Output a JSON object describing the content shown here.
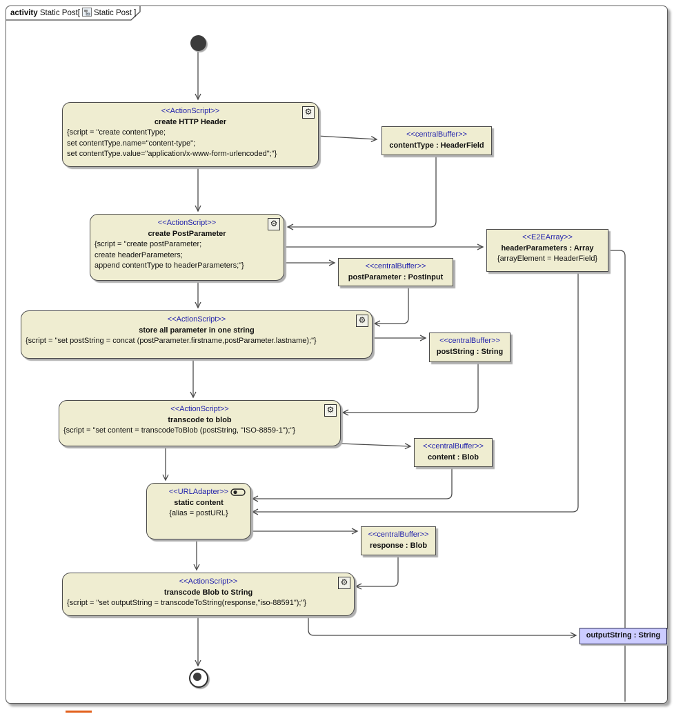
{
  "frame": {
    "keyword": "activity",
    "name": "Static Post[",
    "ref": "Static Post ]"
  },
  "colors": {
    "node_fill": "#EFEDD1",
    "stereotype": "#2222AC",
    "border": "#4B4B4B",
    "edge": "#4B4B4B",
    "output_fill": "#CCCCFF",
    "shadow": "#AFAFAF"
  },
  "icons": {
    "gear": "⚙"
  },
  "nodes": {
    "create_http_header": {
      "stereotype": "<<ActionScript>>",
      "name": "create HTTP Header",
      "script": [
        "{script = \"create contentType;",
        "set contentType.name=\"content-type\";",
        "set contentType.value=\"application/x-www-form-urlencoded\";\"}"
      ]
    },
    "content_type": {
      "stereotype": "<<centralBuffer>>",
      "name": "contentType : HeaderField"
    },
    "create_post_parameter": {
      "stereotype": "<<ActionScript>>",
      "name": "create PostParameter",
      "script": [
        "{script = \"create postParameter;",
        "create headerParameters;",
        "append contentType to headerParameters;\"}"
      ]
    },
    "header_parameters": {
      "stereotype": "<<E2EArray>>",
      "name": "headerParameters : Array",
      "constraint": "{arrayElement = HeaderField}"
    },
    "post_parameter": {
      "stereotype": "<<centralBuffer>>",
      "name": "postParameter : PostInput"
    },
    "store_all_parameter": {
      "stereotype": "<<ActionScript>>",
      "name": "store all parameter in one string",
      "script": [
        "{script = \"set postString = concat (postParameter.firstname,postParameter.lastname);\"}"
      ]
    },
    "post_string": {
      "stereotype": "<<centralBuffer>>",
      "name": "postString : String"
    },
    "transcode_to_blob": {
      "stereotype": "<<ActionScript>>",
      "name": "transcode to blob",
      "script": [
        "{script = \"set content = transcodeToBlob (postString, \"ISO-8859-1\");\"}"
      ]
    },
    "content": {
      "stereotype": "<<centralBuffer>>",
      "name": "content : Blob"
    },
    "static_content": {
      "stereotype": "<<URLAdapter>>",
      "name": "static content",
      "constraint": "{alias = postURL}"
    },
    "response": {
      "stereotype": "<<centralBuffer>>",
      "name": "response : Blob"
    },
    "transcode_blob_to_string": {
      "stereotype": "<<ActionScript>>",
      "name": "transcode Blob to String",
      "script": [
        "{script = \"set outputString = transcodeToString(response,\"iso-88591\");\"}"
      ]
    },
    "output_string": {
      "name": "outputString : String"
    }
  }
}
